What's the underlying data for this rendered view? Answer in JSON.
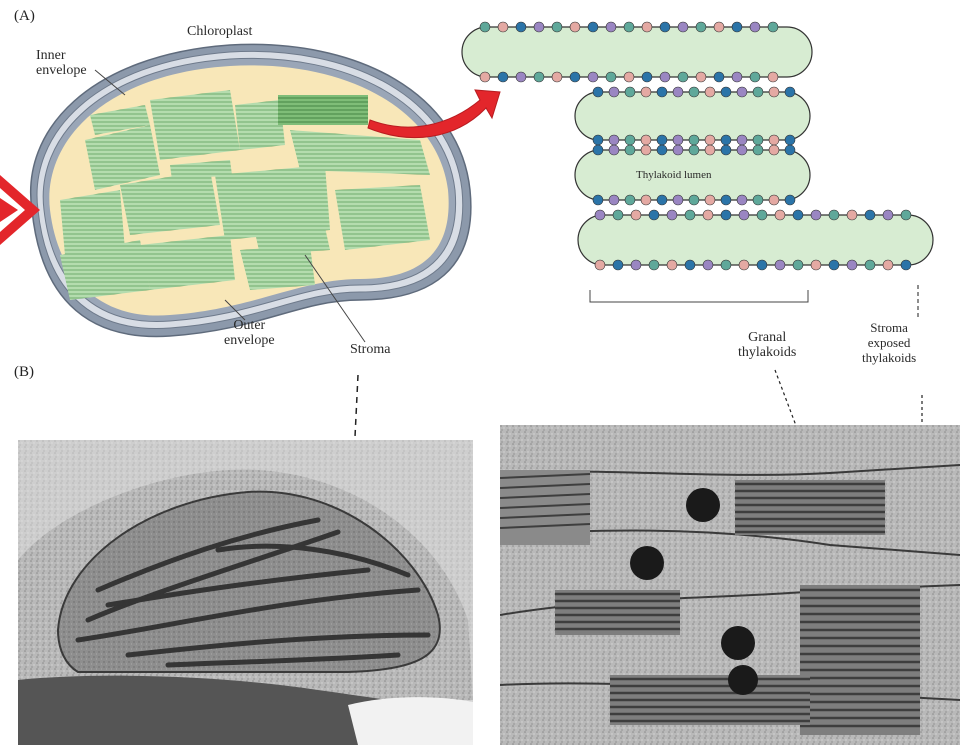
{
  "panels": {
    "a": "(A)",
    "b": "(B)"
  },
  "labels": {
    "chloroplast": "Chloroplast",
    "inner_envelope": "Inner\nenvelope",
    "outer_envelope": "Outer\nenvelope",
    "stroma": "Stroma",
    "thylakoid_lumen": "Thylakoid lumen",
    "granal_thylakoids": "Granal\nthylakoids",
    "stroma_exposed_thylakoids": "Stroma\nexposed\nthylakoids"
  },
  "colors": {
    "stroma_fill": "#f8e7b8",
    "envelope": "#7d8ca0",
    "grana": "#a9d6a3",
    "arrow": "#e3262b",
    "lumen": "#d7ecd2",
    "protein_teal": "#5fa89a",
    "protein_pink": "#e4a9a3",
    "protein_blue": "#2b74a8",
    "protein_purple": "#9a86c2",
    "micrograph": "#9a9a9a"
  },
  "icons": {
    "arrow": "red-curved-arrow",
    "protein": "membrane-protein-icon"
  }
}
